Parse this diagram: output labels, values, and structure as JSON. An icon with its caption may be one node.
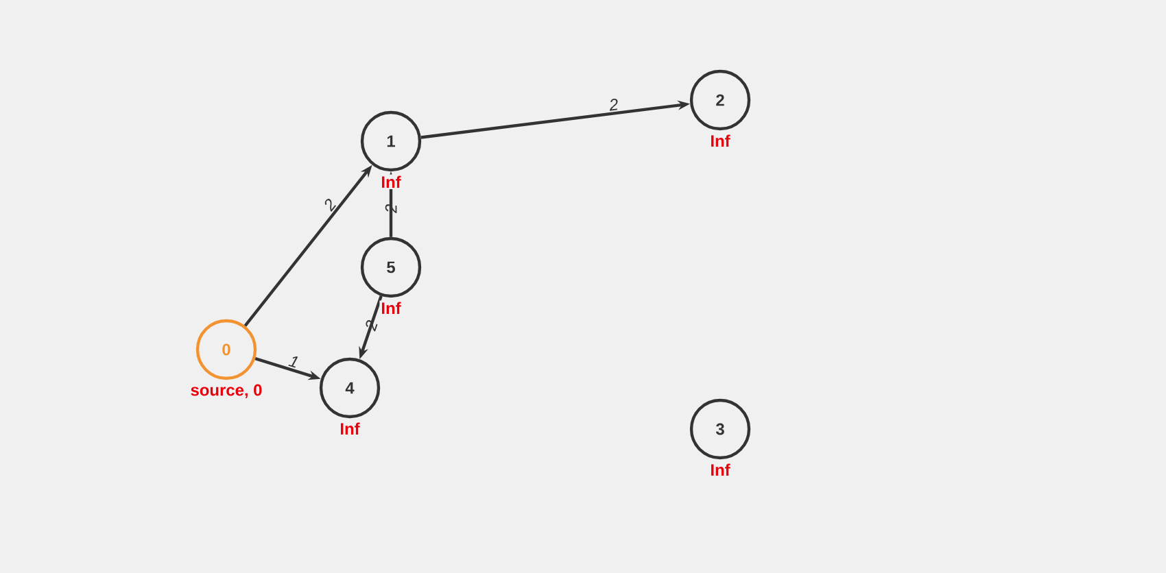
{
  "diagram": {
    "nodes": [
      {
        "text": [
          "0"
        ],
        "beside": [
          "source, 0"
        ]
      },
      {
        "text": [
          "1"
        ],
        "beside": [
          "Inf"
        ]
      },
      {
        "text": [
          "2"
        ],
        "beside": [
          "Inf"
        ]
      },
      {
        "text": [
          "3"
        ],
        "beside": [
          "Inf"
        ]
      },
      {
        "text": [
          "4"
        ],
        "beside": [
          "Inf"
        ]
      },
      {
        "text": [
          "5"
        ],
        "beside": [
          "Inf"
        ]
      }
    ],
    "edges": [
      {
        "from": 0,
        "to": 1,
        "arrow": "to",
        "label": "2"
      },
      {
        "from": 0,
        "to": 4,
        "arrow": "to",
        "label": "1"
      },
      {
        "from": 1,
        "to": 2,
        "arrow": "to",
        "label": "2"
      },
      {
        "from": 5,
        "to": 1,
        "arrow": "to",
        "label": "2"
      },
      {
        "from": 5,
        "to": 4,
        "arrow": "to",
        "label": "2"
      }
    ]
  }
}
